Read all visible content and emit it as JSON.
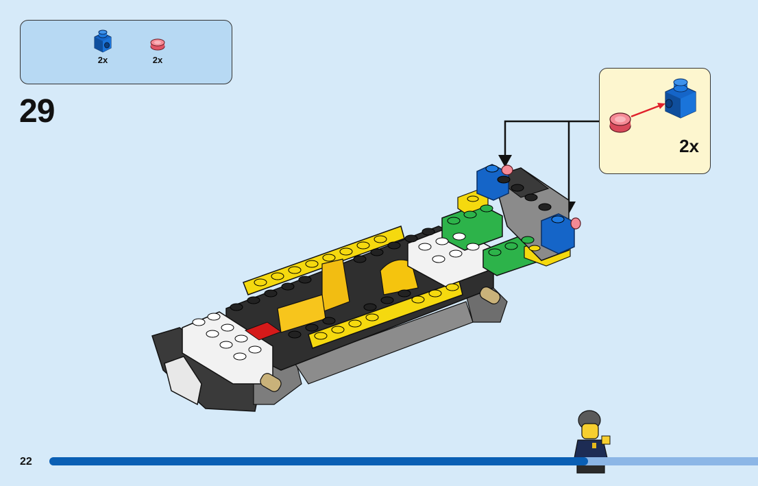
{
  "parts_list": {
    "items": [
      {
        "name": "blue-brick-1x1-with-stud-on-side",
        "qty": "2x",
        "color": "#1565c8"
      },
      {
        "name": "trans-red-round-tile-1x1",
        "qty": "2x",
        "color": "#f27a86"
      }
    ]
  },
  "step": {
    "number": "29"
  },
  "callout": {
    "qty": "2x"
  },
  "page": {
    "number": "22",
    "progress_fraction": 0.76
  },
  "colors": {
    "background": "#d6eaf9",
    "parts_box": "#b7d9f3",
    "callout_bg": "#fdf6cf",
    "progress_fill": "#0a5fb4",
    "progress_track": "#8cb6e6"
  }
}
